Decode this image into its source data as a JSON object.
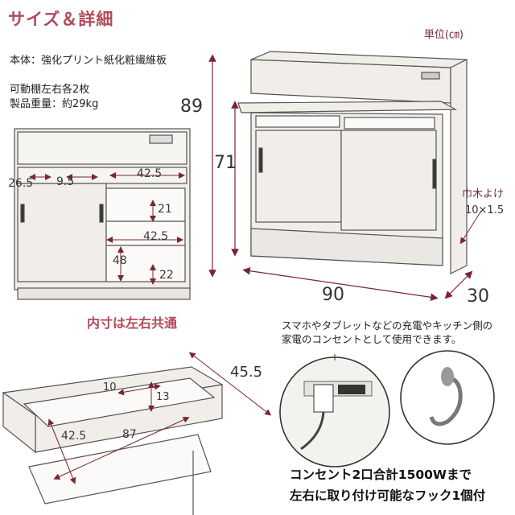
{
  "title": "サイズ＆詳細",
  "unit_label": "単位(㎝)",
  "specs": {
    "body": "本体：強化プリント紙化粧繊維板",
    "shelf": "可動棚左右各2枚",
    "weight": "製品重量：約29kg"
  },
  "front_view": {
    "dims": [
      "26.5",
      "9.5",
      "42.5",
      "21",
      "42.5",
      "48",
      "22"
    ],
    "caption": "内寸は左右共通"
  },
  "main_view": {
    "height_total": "89",
    "height_counter": "71",
    "width": "90",
    "depth": "30",
    "baseboard_label": "巾木よけ",
    "baseboard_size": "10×1.5"
  },
  "top_view": {
    "dims": [
      "45.5",
      "10",
      "13",
      "42.5",
      "87"
    ]
  },
  "outlet_note": "スマホやタブレットなどの充電やキッチン側の家電のコンセントとして使用できます。",
  "captions": {
    "outlet": "コンセント2口合計1500Wまで",
    "hook": "左右に取り付け可能なフック1個付"
  },
  "colors": {
    "accent": "#b24a5a",
    "dimline": "#7a2434",
    "wood": "#f1eeea",
    "outline": "#555555"
  }
}
